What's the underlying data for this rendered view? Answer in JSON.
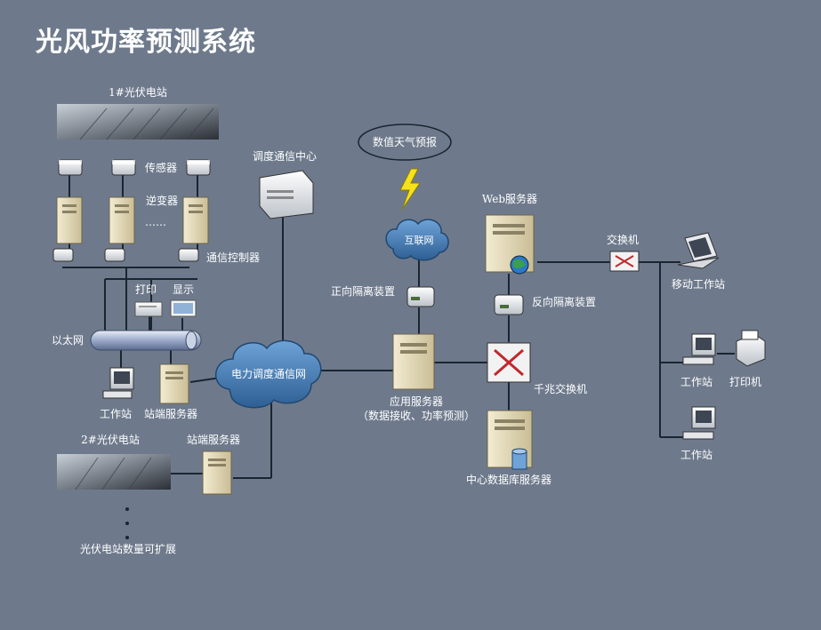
{
  "title": "光风功率预测系统",
  "labels": {
    "station1": "1#光伏电站",
    "sensor": "传感器",
    "inverter": "逆变器",
    "ellipsis": "……",
    "comm_controller": "通信控制器",
    "print": "打印",
    "display": "显示",
    "ethernet": "以太网",
    "workstation": "工作站",
    "station_server": "站端服务器",
    "station2": "2#光伏电站",
    "station_server2": "站端服务器",
    "expand": "光伏电站数量可扩展",
    "dispatch_center": "调度通信中心",
    "power_network": "电力调度通信网",
    "weather": "数值天气预报",
    "internet": "互联网",
    "forward_isolation": "正向隔离装置",
    "app_server": "应用服务器",
    "app_server_desc": "（数据接收、功率预测）",
    "web_server": "Web服务器",
    "reverse_isolation": "反向隔离装置",
    "gigabit_switch": "千兆交换机",
    "db_server": "中心数据库服务器",
    "switch": "交换机",
    "mobile_ws": "移动工作站",
    "workstation2": "工作站",
    "printer": "打印机",
    "workstation3": "工作站"
  },
  "colors": {
    "background": "#6e7a8c",
    "cloud": "#4a7fb5",
    "line": "#1b2530"
  }
}
